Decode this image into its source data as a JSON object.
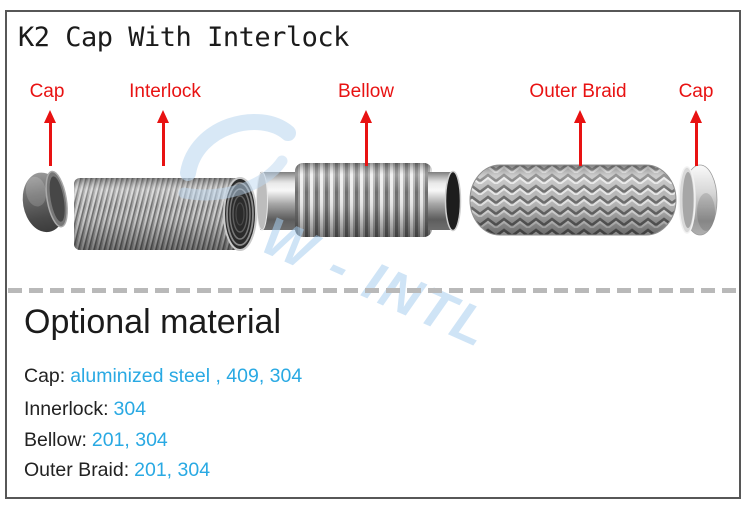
{
  "title": "K2 Cap With Interlock",
  "diagram": {
    "labels": [
      {
        "text": "Cap"
      },
      {
        "text": "Interlock"
      },
      {
        "text": "Bellow"
      },
      {
        "text": "Outer Braid"
      },
      {
        "text": "Cap"
      }
    ]
  },
  "watermark": {
    "text": "W - INTL"
  },
  "materials": {
    "heading": "Optional material",
    "rows": [
      {
        "label": "Cap:",
        "value": "aluminized steel , 409, 304"
      },
      {
        "label": "Innerlock:",
        "value": "304"
      },
      {
        "label": "Bellow:",
        "value": "201, 304"
      },
      {
        "label": "Outer Braid:",
        "value": "201, 304"
      }
    ]
  },
  "colors": {
    "label_red": "#e81212",
    "value_blue": "#29a9e3",
    "frame_gray": "#575757",
    "dash_gray": "#b9b9b9"
  }
}
